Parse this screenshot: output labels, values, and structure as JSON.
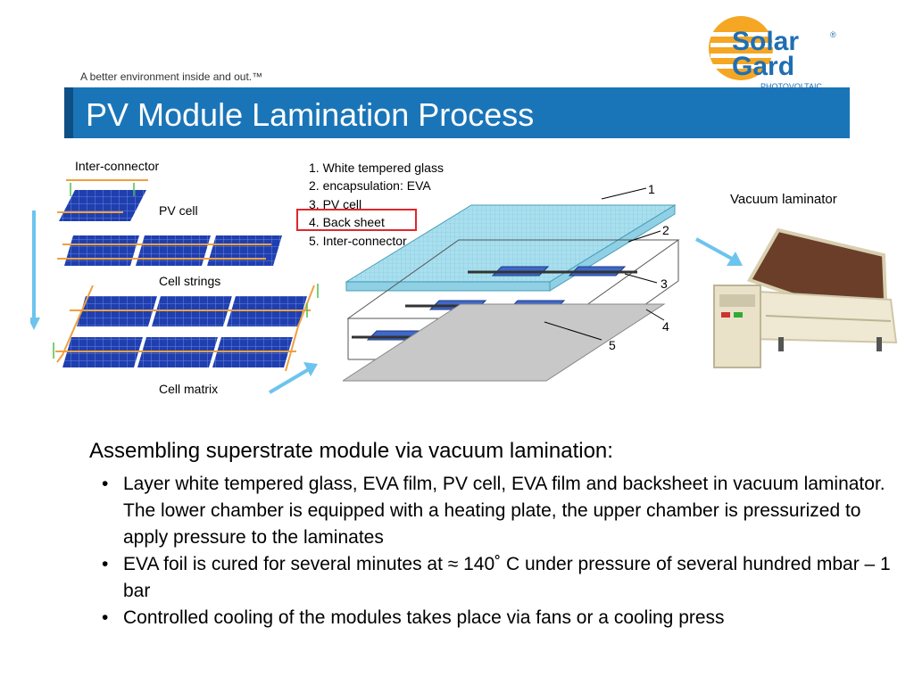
{
  "header": {
    "tagline": "A better environment inside and out.™",
    "title": "PV Module Lamination Process"
  },
  "logo": {
    "line1": "Solar",
    "line2": "Gard",
    "registered": "®",
    "subtitle": "PHOTOVOLTAIC",
    "colors": {
      "sun": "#f5a623",
      "text": "#1f6fb2"
    }
  },
  "diagram_left": {
    "inter_connector_label": "Inter-connector",
    "pv_cell_label": "PV cell",
    "cell_strings_label": "Cell strings",
    "cell_matrix_label": "Cell matrix"
  },
  "layers": {
    "list": [
      "1. White tempered glass",
      "2. encapsulation: EVA",
      "3. PV cell",
      "4. Back sheet",
      "5. Inter-connector"
    ],
    "callouts": [
      "1",
      "2",
      "3",
      "4",
      "5"
    ]
  },
  "laminator": {
    "label": "Vacuum laminator"
  },
  "content": {
    "heading": "Assembling superstrate module via vacuum lamination:",
    "bullet_char": "•",
    "bullets": [
      "Layer white tempered glass, EVA film, PV cell, EVA film and backsheet in vacuum laminator. The lower chamber is equipped with a heating plate, the upper chamber is pressurized to apply pressure to the laminates",
      "EVA foil is cured for several minutes at ≈ 140˚ C under pressure of several hundred mbar – 1 bar",
      "Controlled cooling of the modules takes place via fans or a cooling press"
    ]
  },
  "colors": {
    "title_bar": "#1a75b8",
    "cell_blue": "#1f3fb0",
    "connector_orange": "#f0a040",
    "arrow_blue": "#6cc4ee",
    "highlight_red": "#e0262b",
    "glass_cyan": "#a9dfee"
  }
}
